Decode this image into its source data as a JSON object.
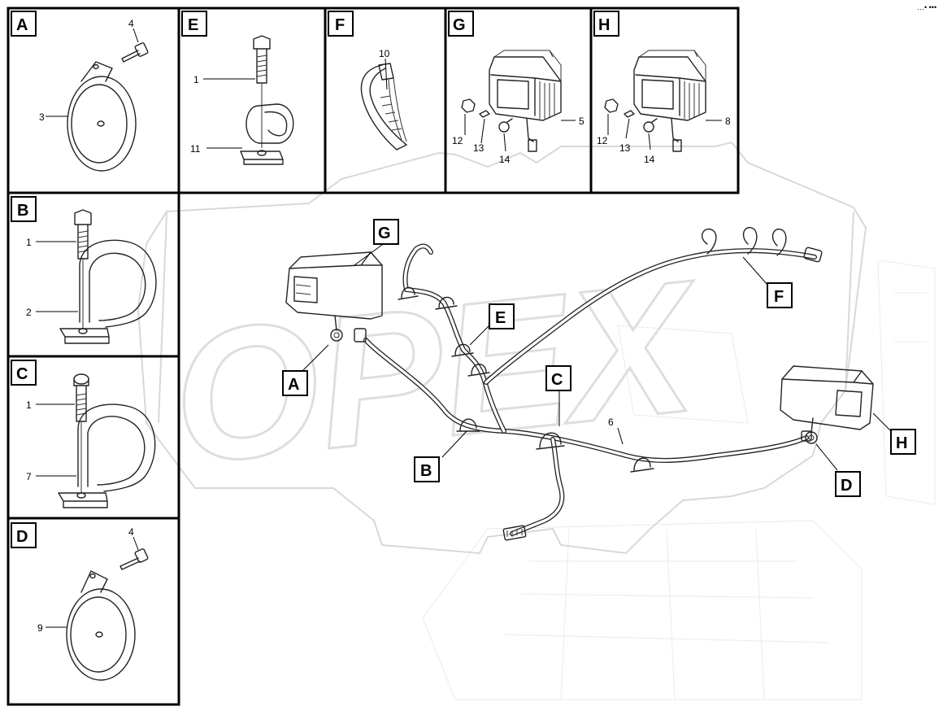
{
  "watermark": "ОРЕХ",
  "corner_mark": "…• •••",
  "panels": [
    {
      "id": "A",
      "label": "A"
    },
    {
      "id": "E",
      "label": "E"
    },
    {
      "id": "F",
      "label": "F"
    },
    {
      "id": "G",
      "label": "G"
    },
    {
      "id": "H",
      "label": "H"
    },
    {
      "id": "B",
      "label": "B"
    },
    {
      "id": "C",
      "label": "C"
    },
    {
      "id": "D",
      "label": "D"
    }
  ],
  "part_numbers": {
    "a_bolt": "4",
    "a_horn": "3",
    "e_bolt": "1",
    "e_clamp": "11",
    "f_tie": "10",
    "g_lamp": "5",
    "g_cap": "12",
    "g_bulb_small": "13",
    "g_bulb": "14",
    "h_lamp": "8",
    "h_cap": "12",
    "h_bulb_small": "13",
    "h_bulb": "14",
    "b_bolt": "1",
    "b_clamp": "2",
    "c_bolt": "1",
    "c_clamp": "7",
    "d_bolt": "4",
    "d_horn": "9",
    "harness": "6"
  },
  "main_callouts": [
    {
      "id": "G",
      "label": "G"
    },
    {
      "id": "F",
      "label": "F"
    },
    {
      "id": "E",
      "label": "E"
    },
    {
      "id": "A",
      "label": "A"
    },
    {
      "id": "C",
      "label": "C"
    },
    {
      "id": "B",
      "label": "B"
    },
    {
      "id": "H",
      "label": "H"
    },
    {
      "id": "D",
      "label": "D"
    }
  ]
}
